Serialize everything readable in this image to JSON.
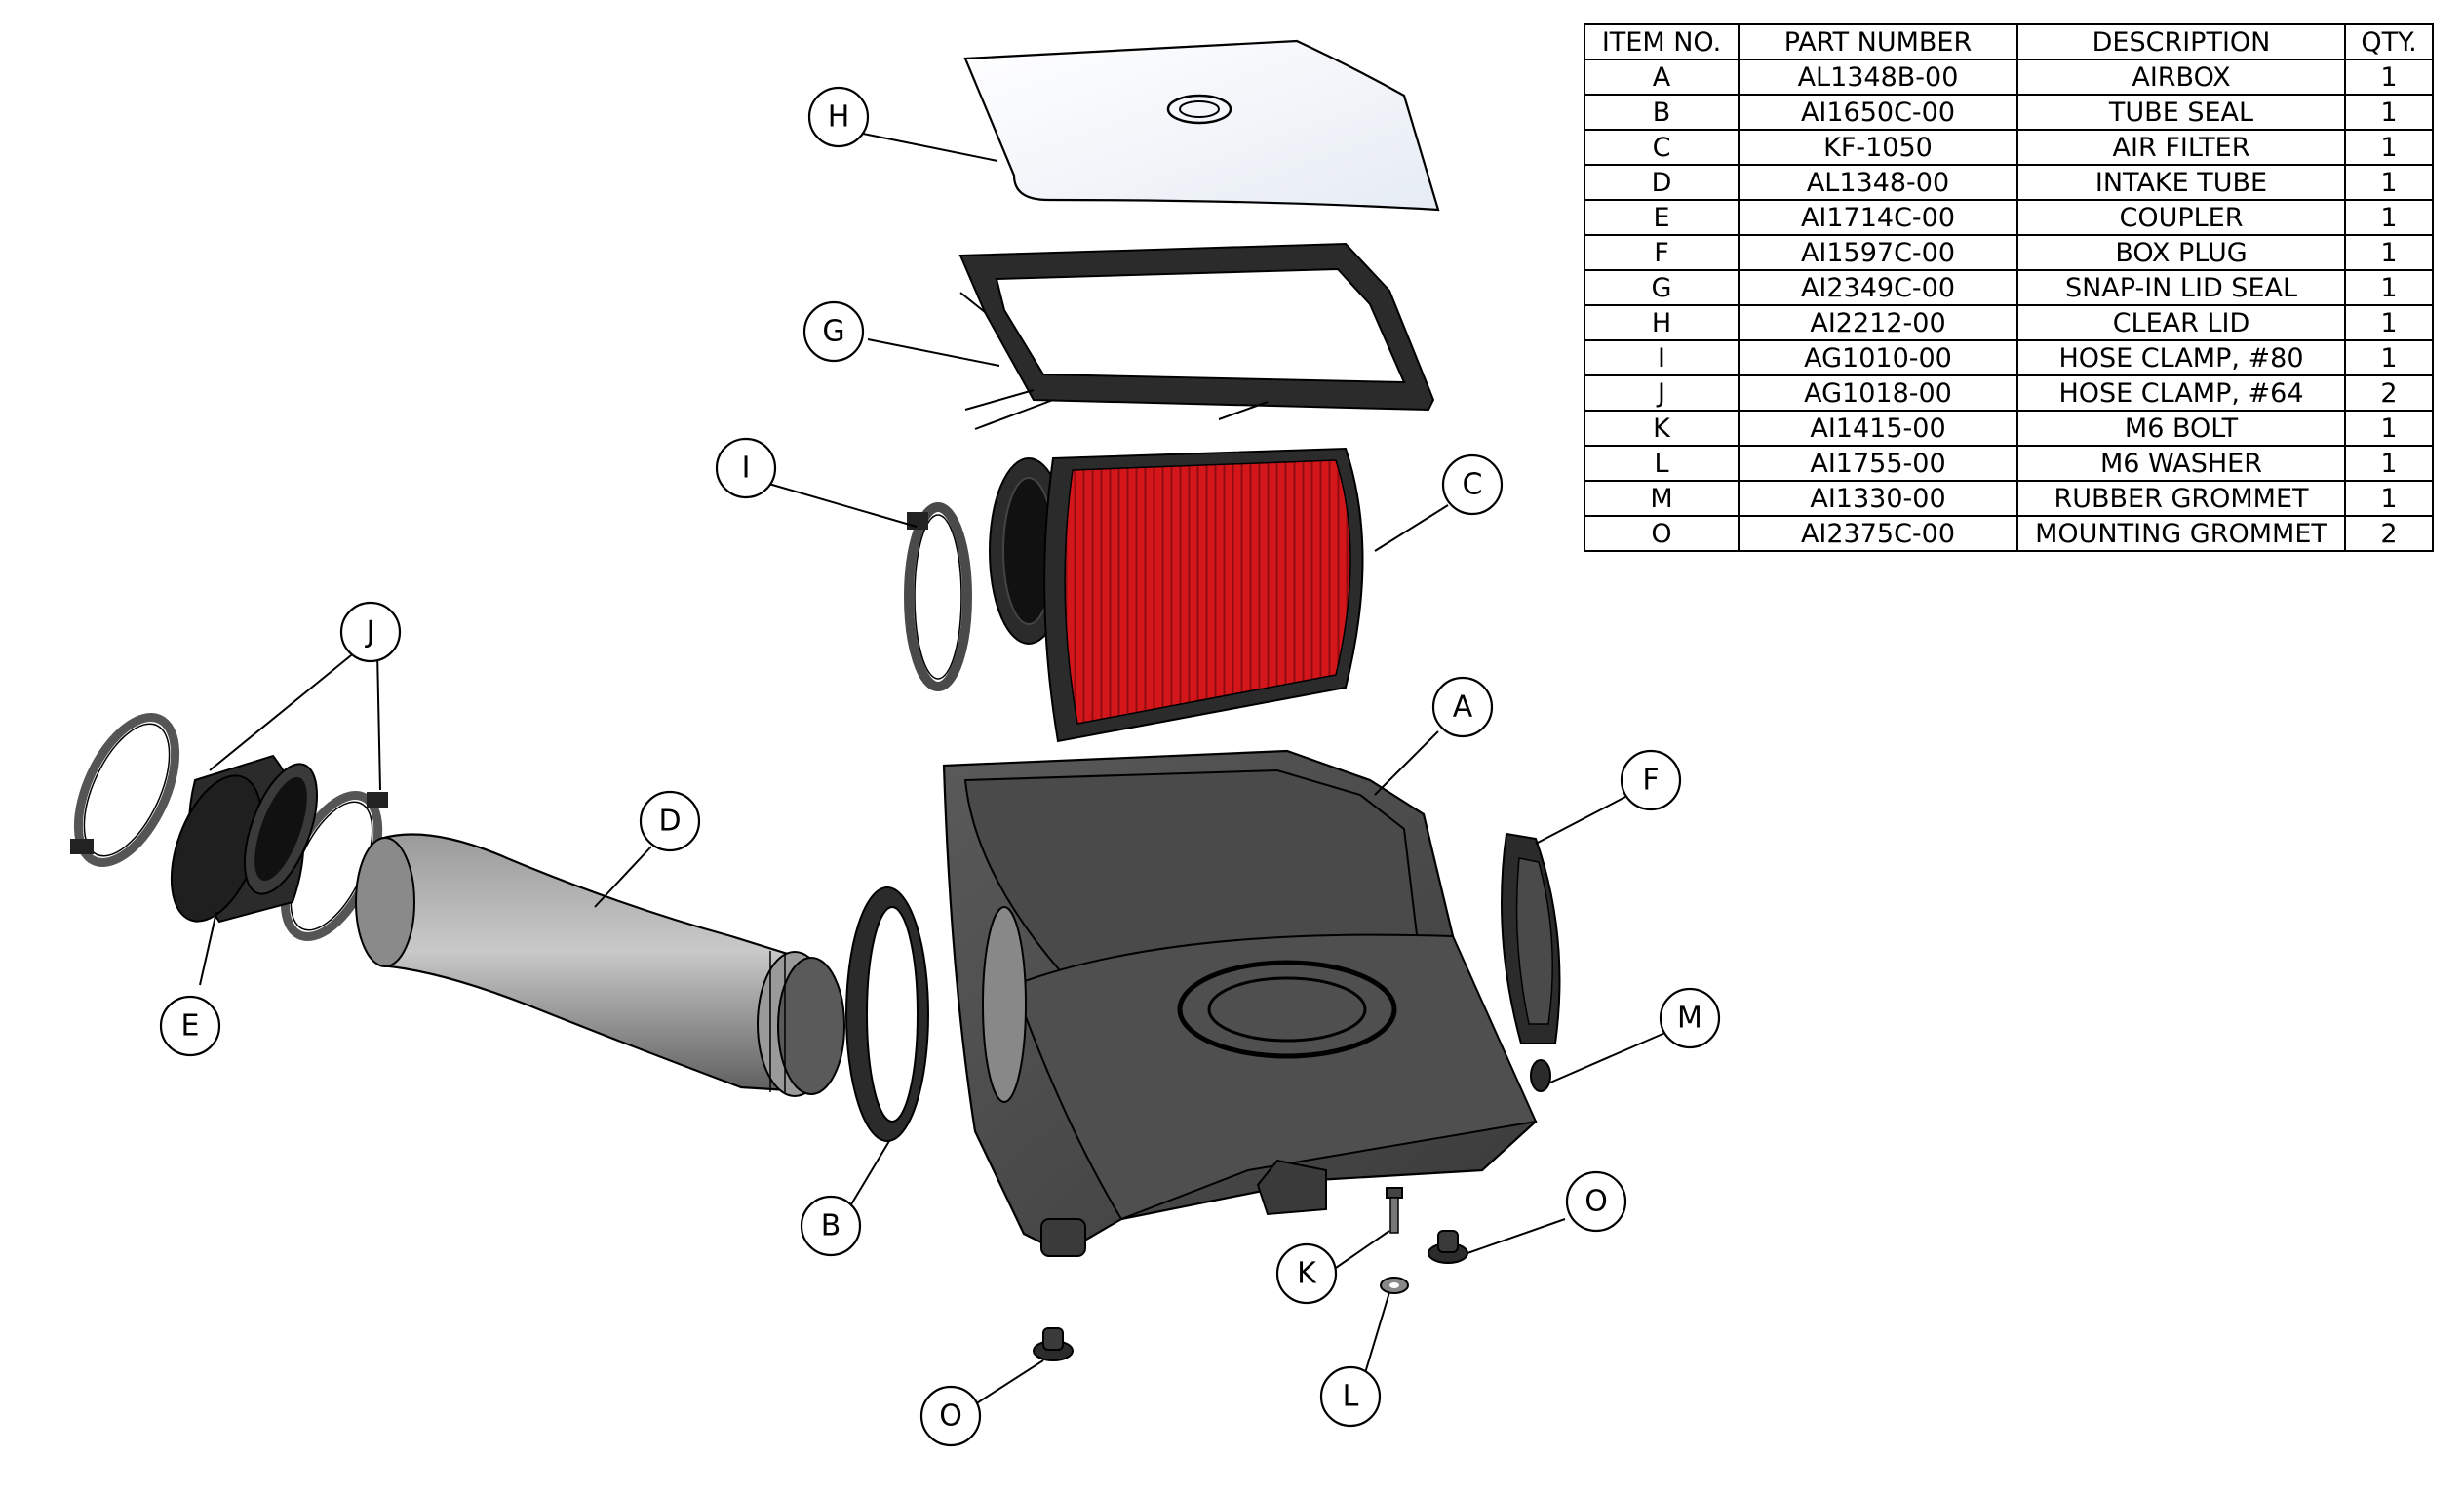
{
  "parts_table": {
    "headers": [
      "ITEM NO.",
      "PART NUMBER",
      "DESCRIPTION",
      "QTY."
    ],
    "rows": [
      {
        "item": "A",
        "part": "AL1348B-00",
        "desc": "AIRBOX",
        "qty": "1"
      },
      {
        "item": "B",
        "part": "AI1650C-00",
        "desc": "TUBE SEAL",
        "qty": "1"
      },
      {
        "item": "C",
        "part": "KF-1050",
        "desc": "AIR FILTER",
        "qty": "1"
      },
      {
        "item": "D",
        "part": "AL1348-00",
        "desc": "INTAKE TUBE",
        "qty": "1"
      },
      {
        "item": "E",
        "part": "AI1714C-00",
        "desc": "COUPLER",
        "qty": "1"
      },
      {
        "item": "F",
        "part": "AI1597C-00",
        "desc": "BOX PLUG",
        "qty": "1"
      },
      {
        "item": "G",
        "part": "AI2349C-00",
        "desc": "SNAP-IN LID SEAL",
        "qty": "1"
      },
      {
        "item": "H",
        "part": "AI2212-00",
        "desc": "CLEAR LID",
        "qty": "1"
      },
      {
        "item": "I",
        "part": "AG1010-00",
        "desc": "HOSE CLAMP, #80",
        "qty": "1"
      },
      {
        "item": "J",
        "part": "AG1018-00",
        "desc": "HOSE CLAMP, #64",
        "qty": "2"
      },
      {
        "item": "K",
        "part": "AI1415-00",
        "desc": "M6 BOLT",
        "qty": "1"
      },
      {
        "item": "L",
        "part": "AI1755-00",
        "desc": "M6 WASHER",
        "qty": "1"
      },
      {
        "item": "M",
        "part": "AI1330-00",
        "desc": "RUBBER GROMMET",
        "qty": "1"
      },
      {
        "item": "O",
        "part": "AI2375C-00",
        "desc": "MOUNTING GROMMET",
        "qty": "2"
      }
    ]
  },
  "callouts": {
    "H": "H",
    "G": "G",
    "I": "I",
    "C": "C",
    "J": "J",
    "D": "D",
    "E": "E",
    "A": "A",
    "F": "F",
    "M": "M",
    "B": "B",
    "O_right": "O",
    "K": "K",
    "L": "L",
    "O_bottom": "O"
  },
  "colors": {
    "filter_red": "#d4161b",
    "rubber_dark": "#2b2b2b",
    "plastic_gray": "#6b6b6b",
    "lid_clear": "#f4f7fb"
  }
}
